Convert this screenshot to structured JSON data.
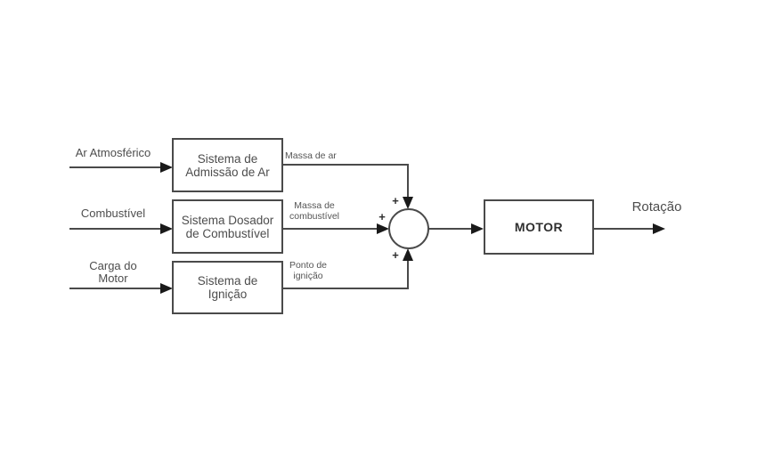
{
  "colors": {
    "background": "#ffffff",
    "line": "#4a4a4a",
    "arrowhead": "#1a1a1a",
    "text": "#4d4d4d"
  },
  "diagram": {
    "inputs": [
      {
        "lines": [
          "Ar Atmosférico"
        ]
      },
      {
        "lines": [
          "Combustível"
        ]
      },
      {
        "lines": [
          "Carga do",
          "Motor"
        ]
      }
    ],
    "blocks": [
      {
        "lines": [
          "Sistema de",
          "Admissão de Ar"
        ]
      },
      {
        "lines": [
          "Sistema Dosador",
          "de Combustível"
        ]
      },
      {
        "lines": [
          "Sistema de",
          "Ignição"
        ]
      }
    ],
    "signals": [
      {
        "lines": [
          "Massa de ar"
        ]
      },
      {
        "lines": [
          "Massa de",
          "combustível"
        ]
      },
      {
        "lines": [
          "Ponto de",
          "ignição"
        ]
      }
    ],
    "summing_junction": {
      "signs": {
        "top": "+",
        "left": "+",
        "bottom": "+"
      }
    },
    "motor_block": {
      "label": "MOTOR"
    },
    "output": {
      "label": "Rotação"
    }
  }
}
